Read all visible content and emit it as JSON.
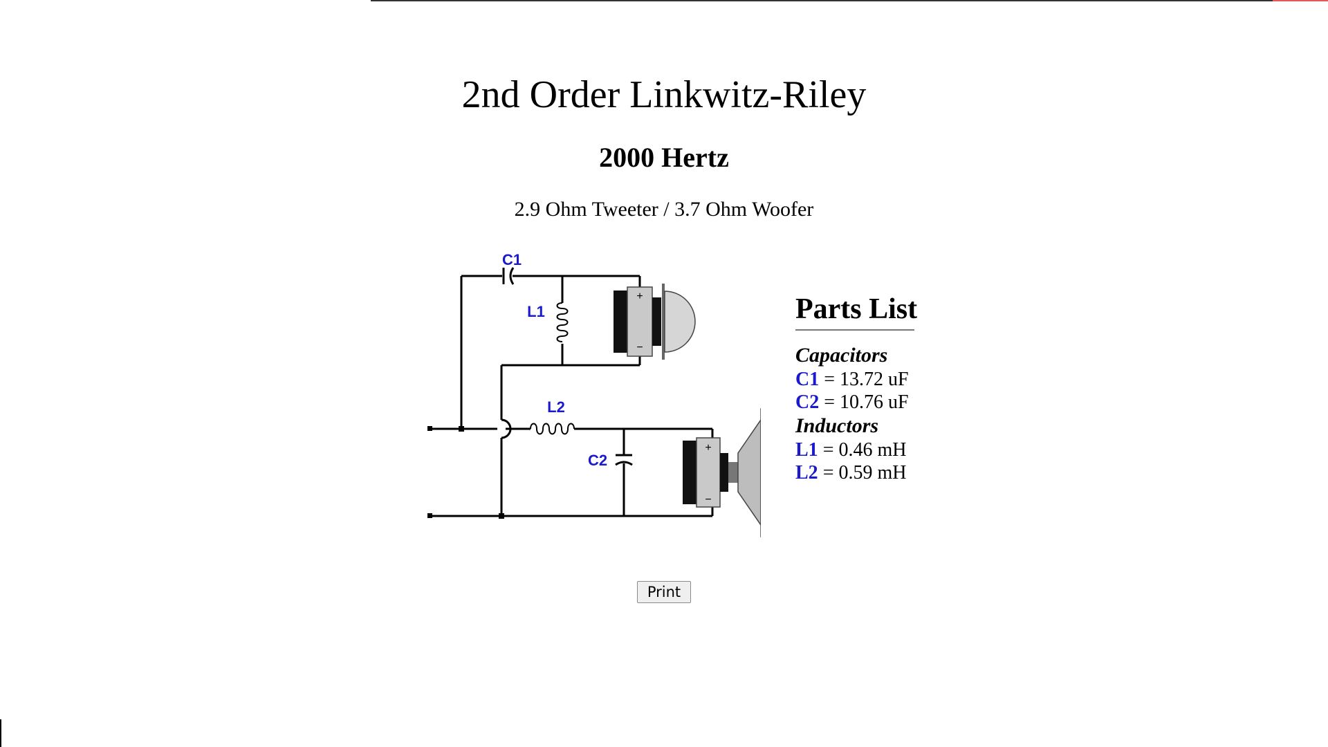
{
  "page": {
    "title": "2nd Order Linkwitz-Riley",
    "frequency": "2000 Hertz",
    "impedance": "2.9 Ohm Tweeter / 3.7 Ohm Woofer"
  },
  "schematic": {
    "labels": {
      "c1": "C1",
      "l1": "L1",
      "l2": "L2",
      "c2": "C2"
    },
    "polarity": {
      "plus": "+",
      "minus": "−"
    },
    "label_color": "#1a1acc"
  },
  "parts_list": {
    "title": "Parts List",
    "capacitors_heading": "Capacitors",
    "capacitors": [
      {
        "id": "C1",
        "value": " = 13.72 uF"
      },
      {
        "id": "C2",
        "value": " = 10.76 uF"
      }
    ],
    "inductors_heading": "Inductors",
    "inductors": [
      {
        "id": "L1",
        "value": " = 0.46 mH"
      },
      {
        "id": "L2",
        "value": " = 0.59 mH"
      }
    ]
  },
  "print_button": {
    "label": "Print"
  }
}
